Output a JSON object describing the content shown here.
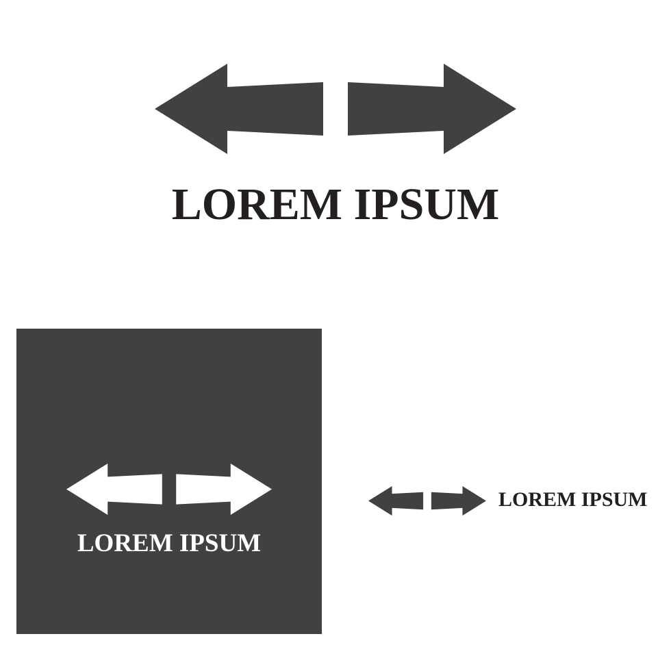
{
  "brand": {
    "name": "LOREM IPSUM",
    "icon": "double-arrow-icon"
  },
  "colors": {
    "mark": "#414143",
    "text": "#231f20",
    "panel": "#414143",
    "on_panel": "#ffffff",
    "background": "#ffffff"
  },
  "variants": {
    "large": {
      "name": "LOREM IPSUM"
    },
    "dark_panel": {
      "name": "LOREM IPSUM"
    },
    "horizontal": {
      "name": "LOREM IPSUM"
    }
  }
}
